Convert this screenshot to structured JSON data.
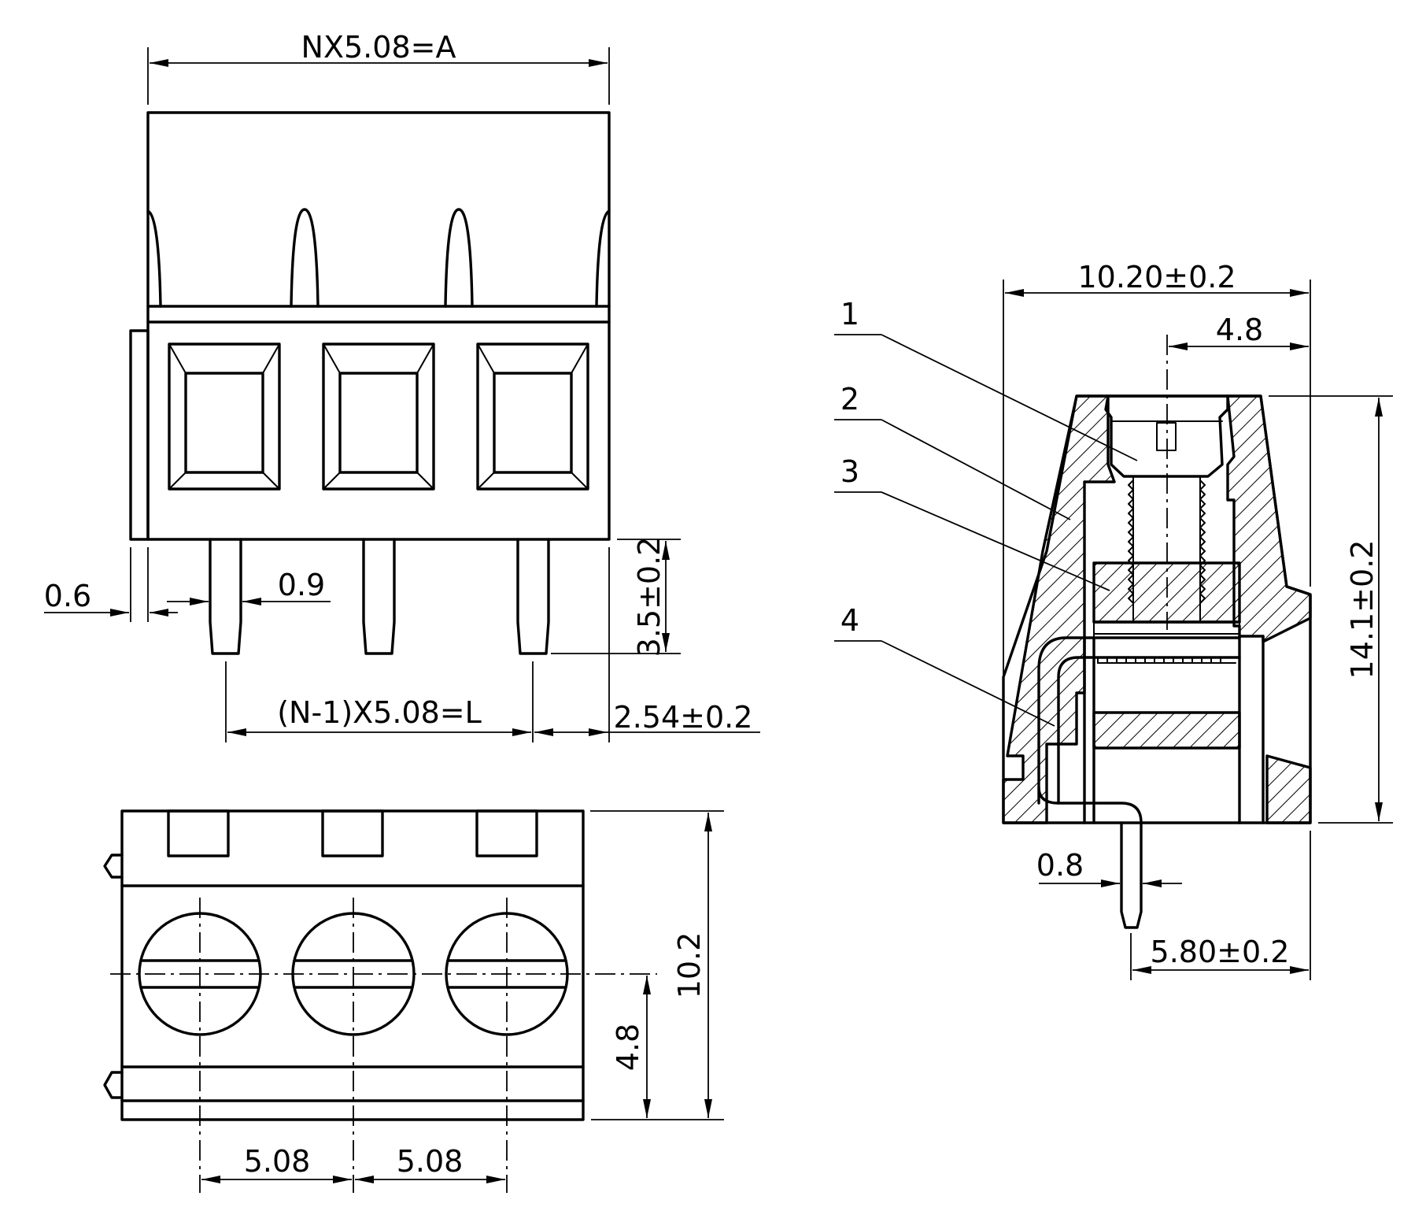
{
  "front_view": {
    "width_dim": "NX5.08=A",
    "pitch_length_dim": "(N-1)X5.08=L",
    "pin_height_dim": "3.5±0.2",
    "edge_offset_dim": "2.54±0.2",
    "pin_width_dim": "0.9",
    "flange_dim": "0.6"
  },
  "top_view": {
    "pitch_dim_1": "5.08",
    "pitch_dim_2": "5.08",
    "screw_offset_dim": "4.8",
    "depth_dim": "10.2"
  },
  "section_view": {
    "width_dim": "10.20±0.2",
    "screw_offset_dim": "4.8",
    "height_dim": "14.1±0.2",
    "pin_width_dim": "0.8",
    "pin_position_dim": "5.80±0.2",
    "callouts": [
      "1",
      "2",
      "3",
      "4"
    ]
  }
}
